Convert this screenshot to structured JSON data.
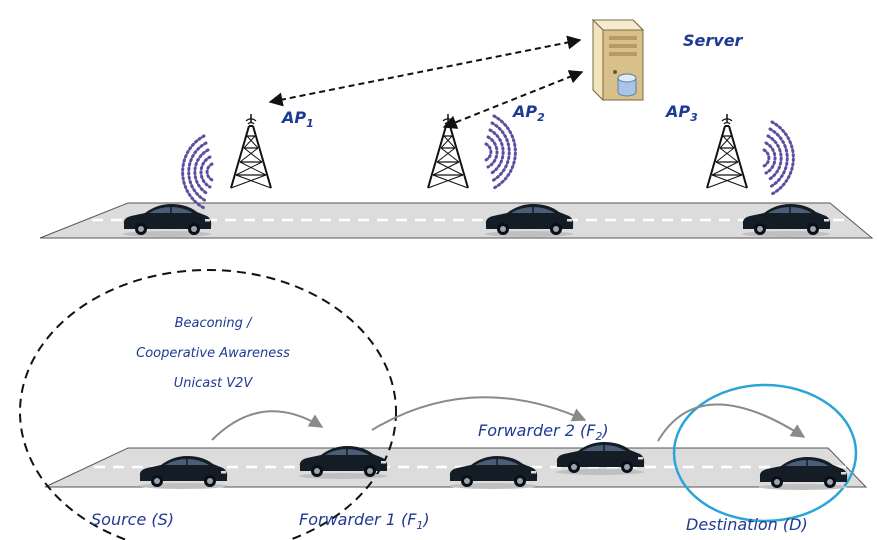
{
  "top": {
    "server_label": "Server",
    "access_points": [
      {
        "name": "AP",
        "sub": "1"
      },
      {
        "name": "AP",
        "sub": "2"
      },
      {
        "name": "AP",
        "sub": "3"
      }
    ]
  },
  "bottom": {
    "circle_text": [
      "Beaconing /",
      "Cooperative Awareness",
      "Unicast V2V"
    ],
    "source_label": "Source (S)",
    "forwarder1": {
      "prefix": "Forwarder 1 (F",
      "sub": "1",
      "suffix": ")"
    },
    "forwarder2": {
      "prefix": "Forwarder 2 (F",
      "sub": "2",
      "suffix": ")"
    },
    "destination_label": "Destination (D)"
  },
  "colors": {
    "label_blue": "#1f3a93",
    "destination_circle": "#2aa5d9",
    "road": "#dcdcdc",
    "car": "#141c26",
    "signal": "#5b4fa3"
  }
}
